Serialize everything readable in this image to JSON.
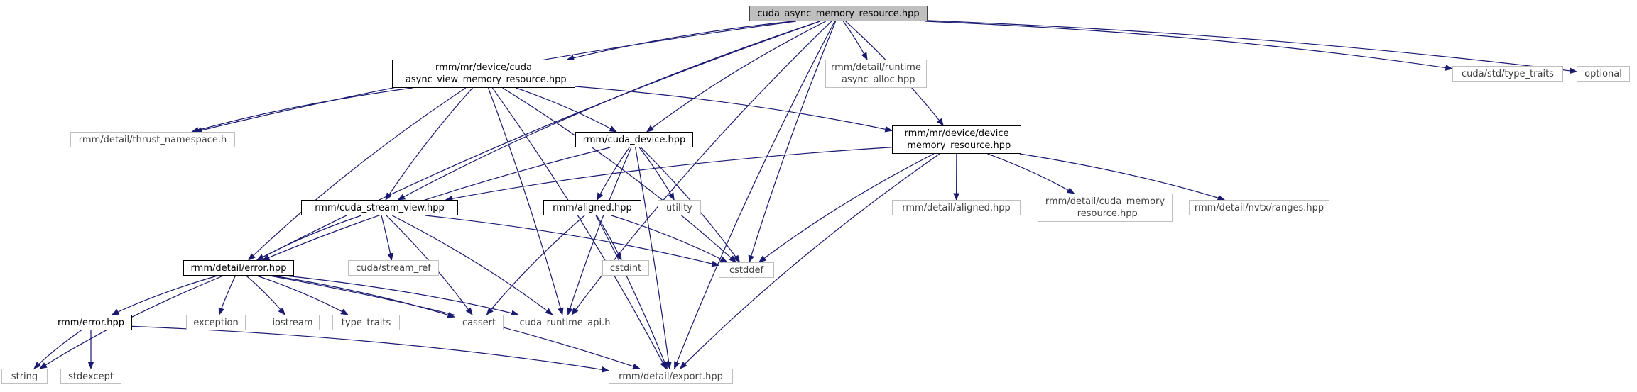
{
  "diagram": {
    "type": "include-dependency-graph",
    "edge_color": "#191970",
    "nodes": {
      "root": "cuda_async_memory_resource.hpp",
      "cuda_async_view": "rmm/mr/device/cuda\n_async_view_memory_resource.hpp",
      "runtime_async_alloc": "rmm/detail/runtime\n_async_alloc.hpp",
      "type_traits_std": "cuda/std/type_traits",
      "optional": "optional",
      "thrust_namespace": "rmm/detail/thrust_namespace.h",
      "cuda_device": "rmm/cuda_device.hpp",
      "device_memory_resource": "rmm/mr/device/device\n_memory_resource.hpp",
      "cuda_stream_view": "rmm/cuda_stream_view.hpp",
      "aligned": "rmm/aligned.hpp",
      "utility": "utility",
      "detail_aligned": "rmm/detail/aligned.hpp",
      "detail_cuda_memory_resource": "rmm/detail/cuda_memory\n_resource.hpp",
      "nvtx_ranges": "rmm/detail/nvtx/ranges.hpp",
      "detail_error": "rmm/detail/error.hpp",
      "stream_ref": "cuda/stream_ref",
      "cstdint": "cstdint",
      "cstddef": "cstddef",
      "exception": "exception",
      "iostream": "iostream",
      "type_traits": "type_traits",
      "cassert": "cassert",
      "cuda_runtime_api": "cuda_runtime_api.h",
      "error": "rmm/error.hpp",
      "string": "string",
      "stdexcept": "stdexcept",
      "export": "rmm/detail/export.hpp"
    },
    "edges": [
      [
        "root",
        "cuda_async_view"
      ],
      [
        "root",
        "runtime_async_alloc"
      ],
      [
        "root",
        "type_traits_std"
      ],
      [
        "root",
        "optional"
      ],
      [
        "root",
        "thrust_namespace"
      ],
      [
        "root",
        "cuda_device"
      ],
      [
        "root",
        "device_memory_resource"
      ],
      [
        "root",
        "cuda_stream_view"
      ],
      [
        "root",
        "detail_error"
      ],
      [
        "root",
        "cstddef"
      ],
      [
        "root",
        "cuda_runtime_api"
      ],
      [
        "root",
        "export"
      ],
      [
        "cuda_async_view",
        "thrust_namespace"
      ],
      [
        "cuda_async_view",
        "cuda_device"
      ],
      [
        "cuda_async_view",
        "device_memory_resource"
      ],
      [
        "cuda_async_view",
        "cuda_stream_view"
      ],
      [
        "cuda_async_view",
        "detail_error"
      ],
      [
        "cuda_async_view",
        "cstddef"
      ],
      [
        "cuda_async_view",
        "cuda_runtime_api"
      ],
      [
        "cuda_async_view",
        "export"
      ],
      [
        "cuda_device",
        "detail_error"
      ],
      [
        "cuda_device",
        "aligned"
      ],
      [
        "cuda_device",
        "utility"
      ],
      [
        "cuda_device",
        "cstddef"
      ],
      [
        "cuda_device",
        "cuda_runtime_api"
      ],
      [
        "cuda_device",
        "export"
      ],
      [
        "device_memory_resource",
        "cuda_stream_view"
      ],
      [
        "device_memory_resource",
        "detail_aligned"
      ],
      [
        "device_memory_resource",
        "detail_cuda_memory_resource"
      ],
      [
        "device_memory_resource",
        "nvtx_ranges"
      ],
      [
        "device_memory_resource",
        "cstddef"
      ],
      [
        "device_memory_resource",
        "export"
      ],
      [
        "cuda_stream_view",
        "detail_error"
      ],
      [
        "cuda_stream_view",
        "stream_ref"
      ],
      [
        "cuda_stream_view",
        "cstddef"
      ],
      [
        "cuda_stream_view",
        "cuda_runtime_api"
      ],
      [
        "cuda_stream_view",
        "cassert"
      ],
      [
        "aligned",
        "cstdint"
      ],
      [
        "aligned",
        "cstddef"
      ],
      [
        "aligned",
        "cassert"
      ],
      [
        "aligned",
        "export"
      ],
      [
        "detail_error",
        "error"
      ],
      [
        "detail_error",
        "exception"
      ],
      [
        "detail_error",
        "iostream"
      ],
      [
        "detail_error",
        "type_traits"
      ],
      [
        "detail_error",
        "cassert"
      ],
      [
        "detail_error",
        "cuda_runtime_api"
      ],
      [
        "detail_error",
        "string"
      ],
      [
        "detail_error",
        "export"
      ],
      [
        "error",
        "string"
      ],
      [
        "error",
        "stdexcept"
      ],
      [
        "error",
        "export"
      ]
    ]
  }
}
